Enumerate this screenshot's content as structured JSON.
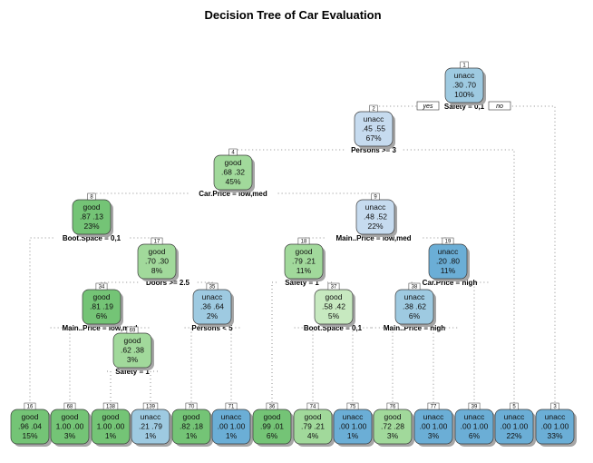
{
  "title": "Decision Tree of Car Evaluation",
  "branch_labels": {
    "yes": "yes",
    "no": "no"
  },
  "colors": {
    "good_strong": "#74c476",
    "good_mid": "#a1d99b",
    "good_light": "#c7e9c0",
    "unacc_strong": "#6baed6",
    "unacc_mid": "#9ecae1",
    "unacc_light": "#c6dbef",
    "shadow": "#a6a6a6",
    "border": "#3c3c3c"
  },
  "nodes": [
    {
      "id": "1",
      "cls": "unacc",
      "probs": ".30  .70",
      "pct": "100%",
      "color": "unacc_mid",
      "split": "Safety = 0,1",
      "children": [
        "2",
        "3"
      ]
    },
    {
      "id": "2",
      "cls": "unacc",
      "probs": ".45  .55",
      "pct": "67%",
      "color": "unacc_light",
      "split": "Persons >= 3",
      "children": [
        "4",
        "5"
      ]
    },
    {
      "id": "4",
      "cls": "good",
      "probs": ".68  .32",
      "pct": "45%",
      "color": "good_mid",
      "split": "Car.Price = low,med",
      "children": [
        "8",
        "9"
      ]
    },
    {
      "id": "8",
      "cls": "good",
      "probs": ".87  .13",
      "pct": "23%",
      "color": "good_strong",
      "split": "Boot.Space = 0,1",
      "children": [
        "16",
        "17"
      ]
    },
    {
      "id": "17",
      "cls": "good",
      "probs": ".70  .30",
      "pct": "8%",
      "color": "good_mid",
      "split": "Doors >= 2.5",
      "children": [
        "34",
        "35"
      ]
    },
    {
      "id": "34",
      "cls": "good",
      "probs": ".81  .19",
      "pct": "6%",
      "color": "good_strong",
      "split": "Main..Price = low,med",
      "children": [
        "68",
        "69"
      ]
    },
    {
      "id": "69",
      "cls": "good",
      "probs": ".62  .38",
      "pct": "3%",
      "color": "good_mid",
      "split": "Safety = 1",
      "children": [
        "138",
        "139"
      ]
    },
    {
      "id": "35",
      "cls": "unacc",
      "probs": ".36  .64",
      "pct": "2%",
      "color": "unacc_mid",
      "split": "Persons < 5",
      "children": [
        "70",
        "71"
      ]
    },
    {
      "id": "9",
      "cls": "unacc",
      "probs": ".48  .52",
      "pct": "22%",
      "color": "unacc_light",
      "split": "Main..Price = low,med",
      "children": [
        "18",
        "19"
      ]
    },
    {
      "id": "18",
      "cls": "good",
      "probs": ".79  .21",
      "pct": "11%",
      "color": "good_mid",
      "split": "Safety = 1",
      "children": [
        "36",
        "37"
      ]
    },
    {
      "id": "37",
      "cls": "good",
      "probs": ".58  .42",
      "pct": "5%",
      "color": "good_light",
      "split": "Boot.Space = 0,1",
      "children": [
        "74",
        "75"
      ]
    },
    {
      "id": "19",
      "cls": "unacc",
      "probs": ".20  .80",
      "pct": "11%",
      "color": "unacc_strong",
      "split": "Car.Price = high",
      "children": [
        "38",
        "39"
      ]
    },
    {
      "id": "38",
      "cls": "unacc",
      "probs": ".38  .62",
      "pct": "6%",
      "color": "unacc_mid",
      "split": "Main..Price = high",
      "children": [
        "76",
        "77"
      ]
    },
    {
      "id": "16",
      "cls": "good",
      "probs": ".96  .04",
      "pct": "15%",
      "color": "good_strong"
    },
    {
      "id": "68",
      "cls": "good",
      "probs": "1.00  .00",
      "pct": "3%",
      "color": "good_strong"
    },
    {
      "id": "138",
      "cls": "good",
      "probs": "1.00  .00",
      "pct": "1%",
      "color": "good_strong"
    },
    {
      "id": "139",
      "cls": "unacc",
      "probs": ".21  .79",
      "pct": "1%",
      "color": "unacc_mid"
    },
    {
      "id": "70",
      "cls": "good",
      "probs": ".82  .18",
      "pct": "1%",
      "color": "good_strong"
    },
    {
      "id": "71",
      "cls": "unacc",
      "probs": ".00  1.00",
      "pct": "1%",
      "color": "unacc_strong"
    },
    {
      "id": "36",
      "cls": "good",
      "probs": ".99  .01",
      "pct": "6%",
      "color": "good_strong"
    },
    {
      "id": "74",
      "cls": "good",
      "probs": ".79  .21",
      "pct": "4%",
      "color": "good_mid"
    },
    {
      "id": "75",
      "cls": "unacc",
      "probs": ".00  1.00",
      "pct": "1%",
      "color": "unacc_strong"
    },
    {
      "id": "76",
      "cls": "good",
      "probs": ".72  .28",
      "pct": "3%",
      "color": "good_mid"
    },
    {
      "id": "77",
      "cls": "unacc",
      "probs": ".00  1.00",
      "pct": "3%",
      "color": "unacc_strong"
    },
    {
      "id": "39",
      "cls": "unacc",
      "probs": ".00  1.00",
      "pct": "6%",
      "color": "unacc_strong"
    },
    {
      "id": "5",
      "cls": "unacc",
      "probs": ".00  1.00",
      "pct": "22%",
      "color": "unacc_strong"
    },
    {
      "id": "3",
      "cls": "unacc",
      "probs": ".00  1.00",
      "pct": "33%",
      "color": "unacc_strong"
    }
  ]
}
